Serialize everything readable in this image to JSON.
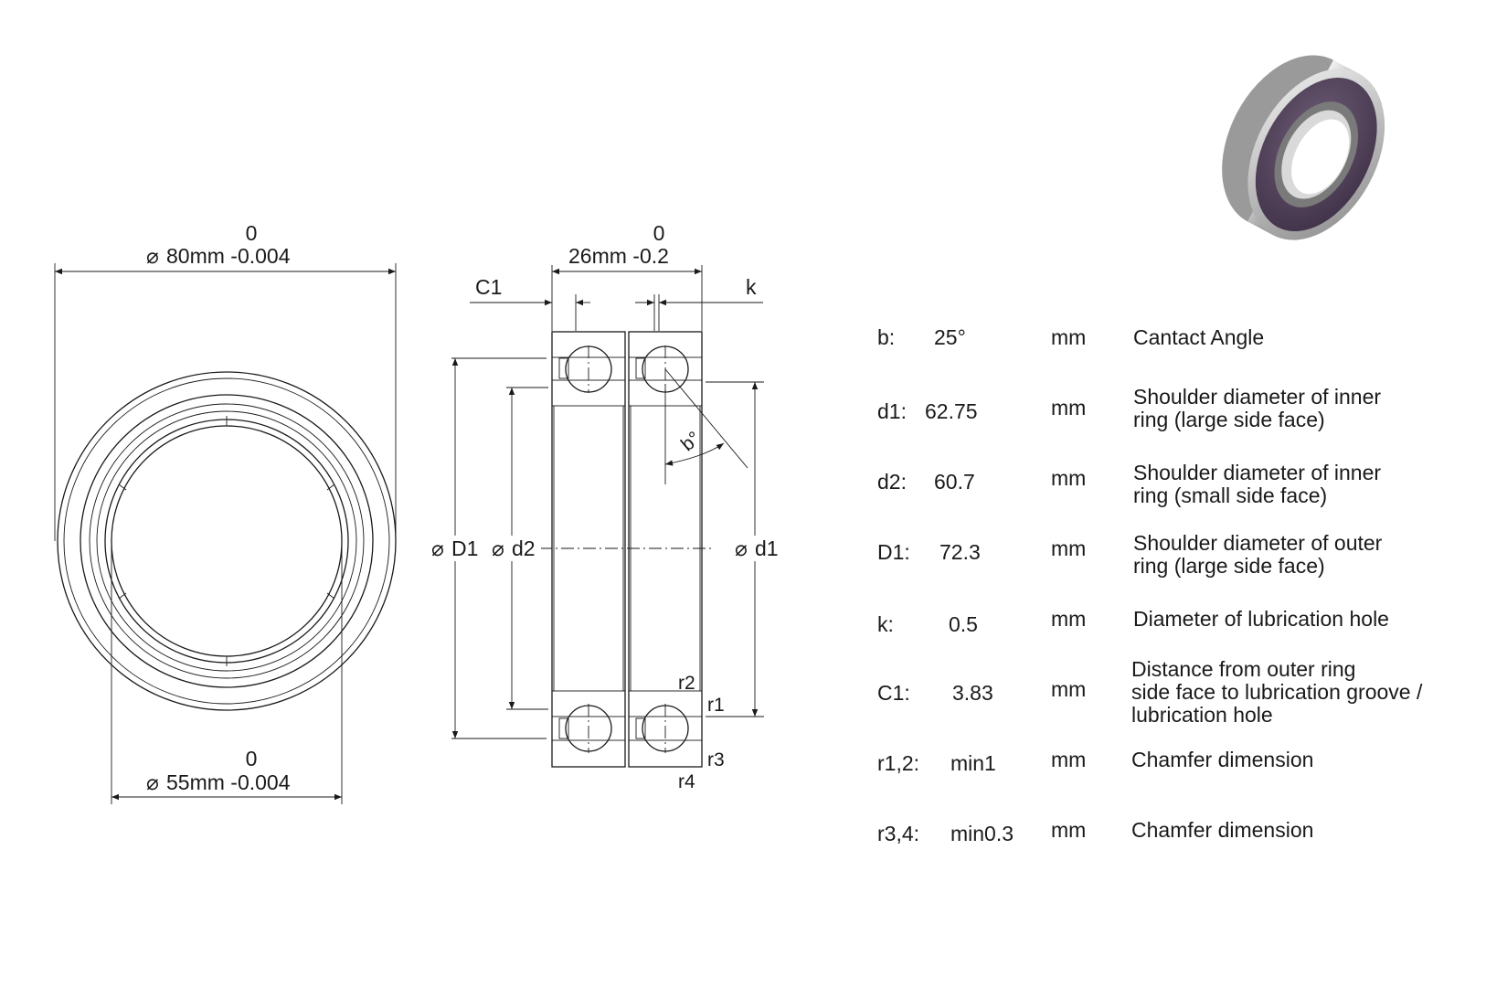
{
  "front_view": {
    "outer_dim": {
      "value": "80mm -0.004",
      "upper": "0"
    },
    "bore_dim": {
      "value": "55mm -0.004",
      "upper": "0"
    },
    "diameter_symbol": "⌀"
  },
  "section_view": {
    "width_dim": {
      "value": "26mm -0.2",
      "upper": "0"
    },
    "labels": {
      "c1": "C1",
      "k": "k",
      "D1": "D1",
      "d2": "d2",
      "d1": "d1",
      "r1": "r1",
      "r2": "r2",
      "r3": "r3",
      "r4": "r4",
      "angle": "b°"
    }
  },
  "specs": [
    {
      "key": "b:",
      "value": "25°",
      "unit": "mm",
      "desc": [
        "Cantact Angle"
      ]
    },
    {
      "key": "d1:",
      "value": "62.75",
      "unit": "mm",
      "desc": [
        "Shoulder diameter of inner",
        "ring (large side face)"
      ]
    },
    {
      "key": "d2:",
      "value": "60.7",
      "unit": "mm",
      "desc": [
        "Shoulder diameter of inner",
        "ring (small side face)"
      ]
    },
    {
      "key": "D1:",
      "value": "72.3",
      "unit": "mm",
      "desc": [
        "Shoulder diameter of outer",
        "ring (large side face)"
      ]
    },
    {
      "key": "k:",
      "value": "0.5",
      "unit": "mm",
      "desc": [
        "Diameter of lubrication hole"
      ]
    },
    {
      "key": "C1:",
      "value": "3.83",
      "unit": "mm",
      "desc": [
        "Distance from outer ring",
        "side face to lubrication groove /",
        "lubrication hole"
      ]
    },
    {
      "key": "r1,2:",
      "value": "min1",
      "unit": "mm",
      "desc": [
        "Chamfer dimension"
      ]
    },
    {
      "key": "r3,4:",
      "value": "min0.3",
      "unit": "mm",
      "desc": [
        "Chamfer dimension"
      ]
    }
  ],
  "colors": {
    "line": "#1a1a1a",
    "seal": "#5a4a63",
    "ring_metal": "#c9c9c9"
  }
}
